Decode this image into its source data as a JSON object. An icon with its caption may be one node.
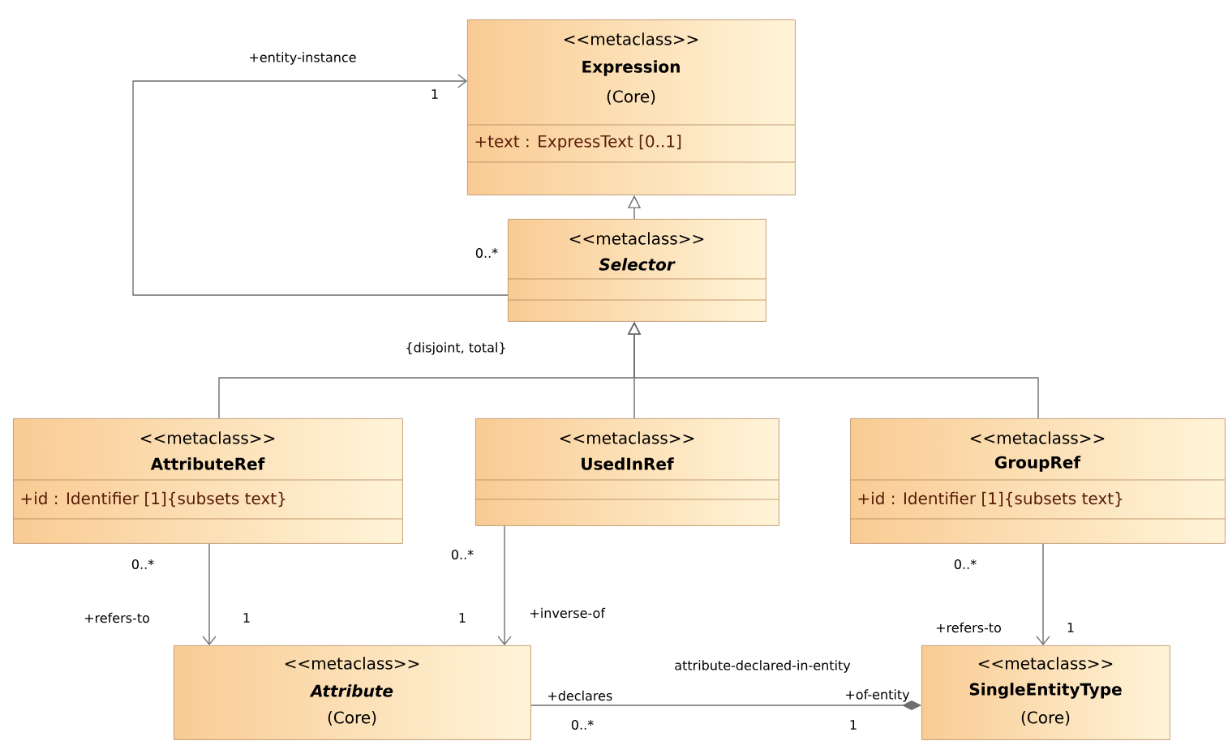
{
  "diagram": {
    "nodes": [
      {
        "text": [
          "<<metaclass>>",
          "Expression",
          "(Core)",
          "+text : ExpressText [0..1]"
        ]
      },
      {
        "text": [
          "<<metaclass>>",
          "Selector"
        ]
      },
      {
        "text": [
          "<<metaclass>>",
          "AttributeRef",
          "+id : Identifier [1]{subsets text}"
        ]
      },
      {
        "text": [
          "<<metaclass>>",
          "UsedInRef"
        ]
      },
      {
        "text": [
          "<<metaclass>>",
          "GroupRef",
          "+id : Identifier [1]{subsets text}"
        ]
      },
      {
        "text": [
          "<<metaclass>>",
          "Attribute",
          "(Core)"
        ]
      },
      {
        "text": [
          "<<metaclass>>",
          "SingleEntityType",
          "(Core)"
        ]
      }
    ],
    "edges": [
      {
        "from": 1,
        "to": 0,
        "arrow": "to"
      },
      {
        "from": 1,
        "to": 0,
        "arrow": "to"
      },
      {
        "from": 2,
        "to": 1,
        "arrow": "to"
      },
      {
        "from": 3,
        "to": 1,
        "arrow": "to"
      },
      {
        "from": 4,
        "to": 1,
        "arrow": "to"
      },
      {
        "from": 2,
        "to": 5,
        "arrow": "to"
      },
      {
        "from": 3,
        "to": 5,
        "arrow": "to"
      },
      {
        "from": 4,
        "to": 6,
        "arrow": "to"
      },
      {
        "from": 5,
        "to": 6,
        "arrow": "other",
        "label": "attribute-declared-in-entity"
      }
    ],
    "labels": [
      "+entity-instance",
      "1",
      "0..*",
      "{disjoint, total}",
      "0..*",
      "+refers-to",
      "1",
      "0..*",
      "1",
      "+inverse-of",
      "0..*",
      "+refers-to",
      "1",
      "+declares",
      "0..*",
      "+of-entity",
      "1"
    ]
  }
}
